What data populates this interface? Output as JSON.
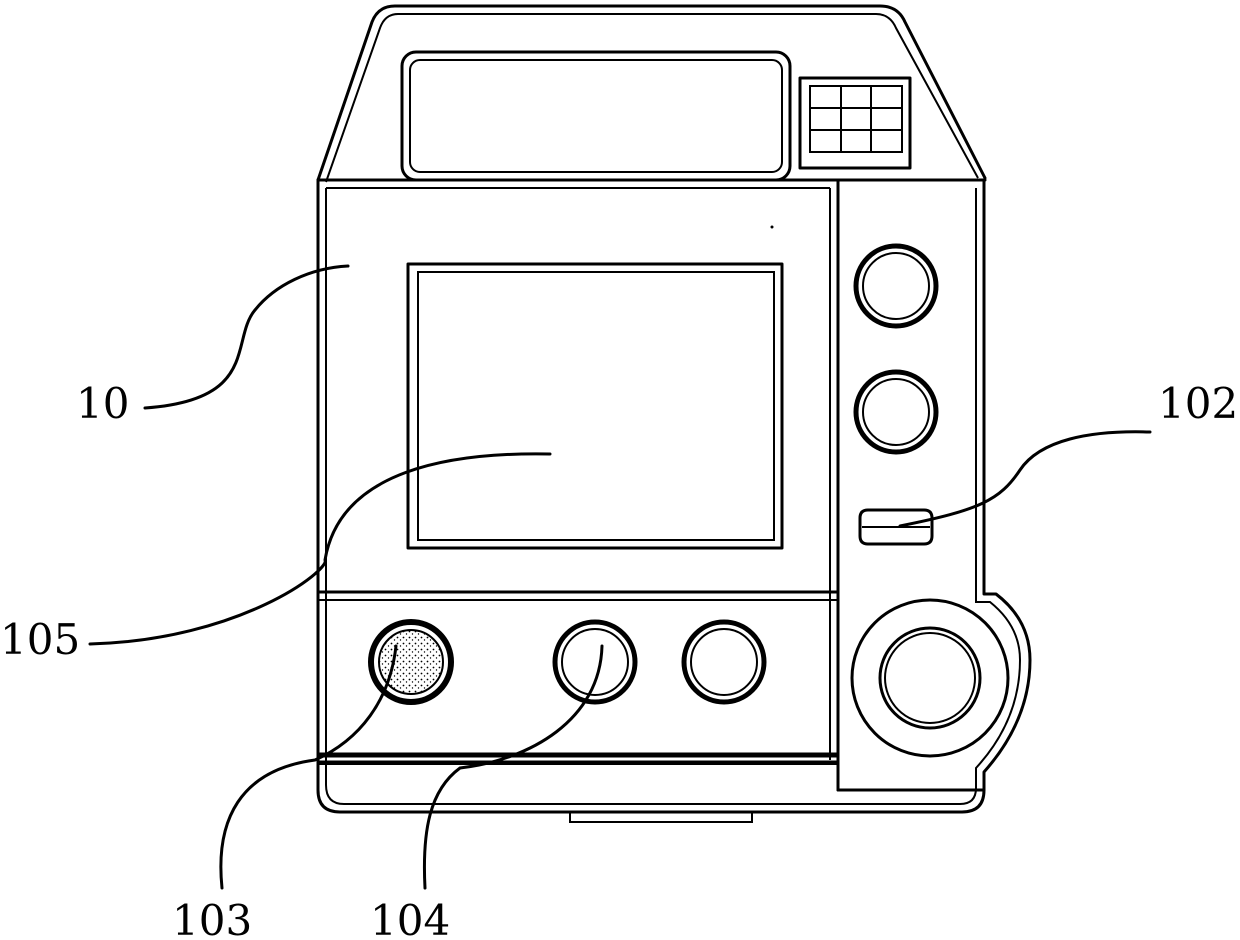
{
  "labels": {
    "device_body": "10",
    "display_screen": "105",
    "side_switch": "102",
    "knob_left": "103",
    "knob_middle": "104"
  },
  "colors": {
    "line": "#000000",
    "background": "#ffffff",
    "stipple": "#000000"
  }
}
